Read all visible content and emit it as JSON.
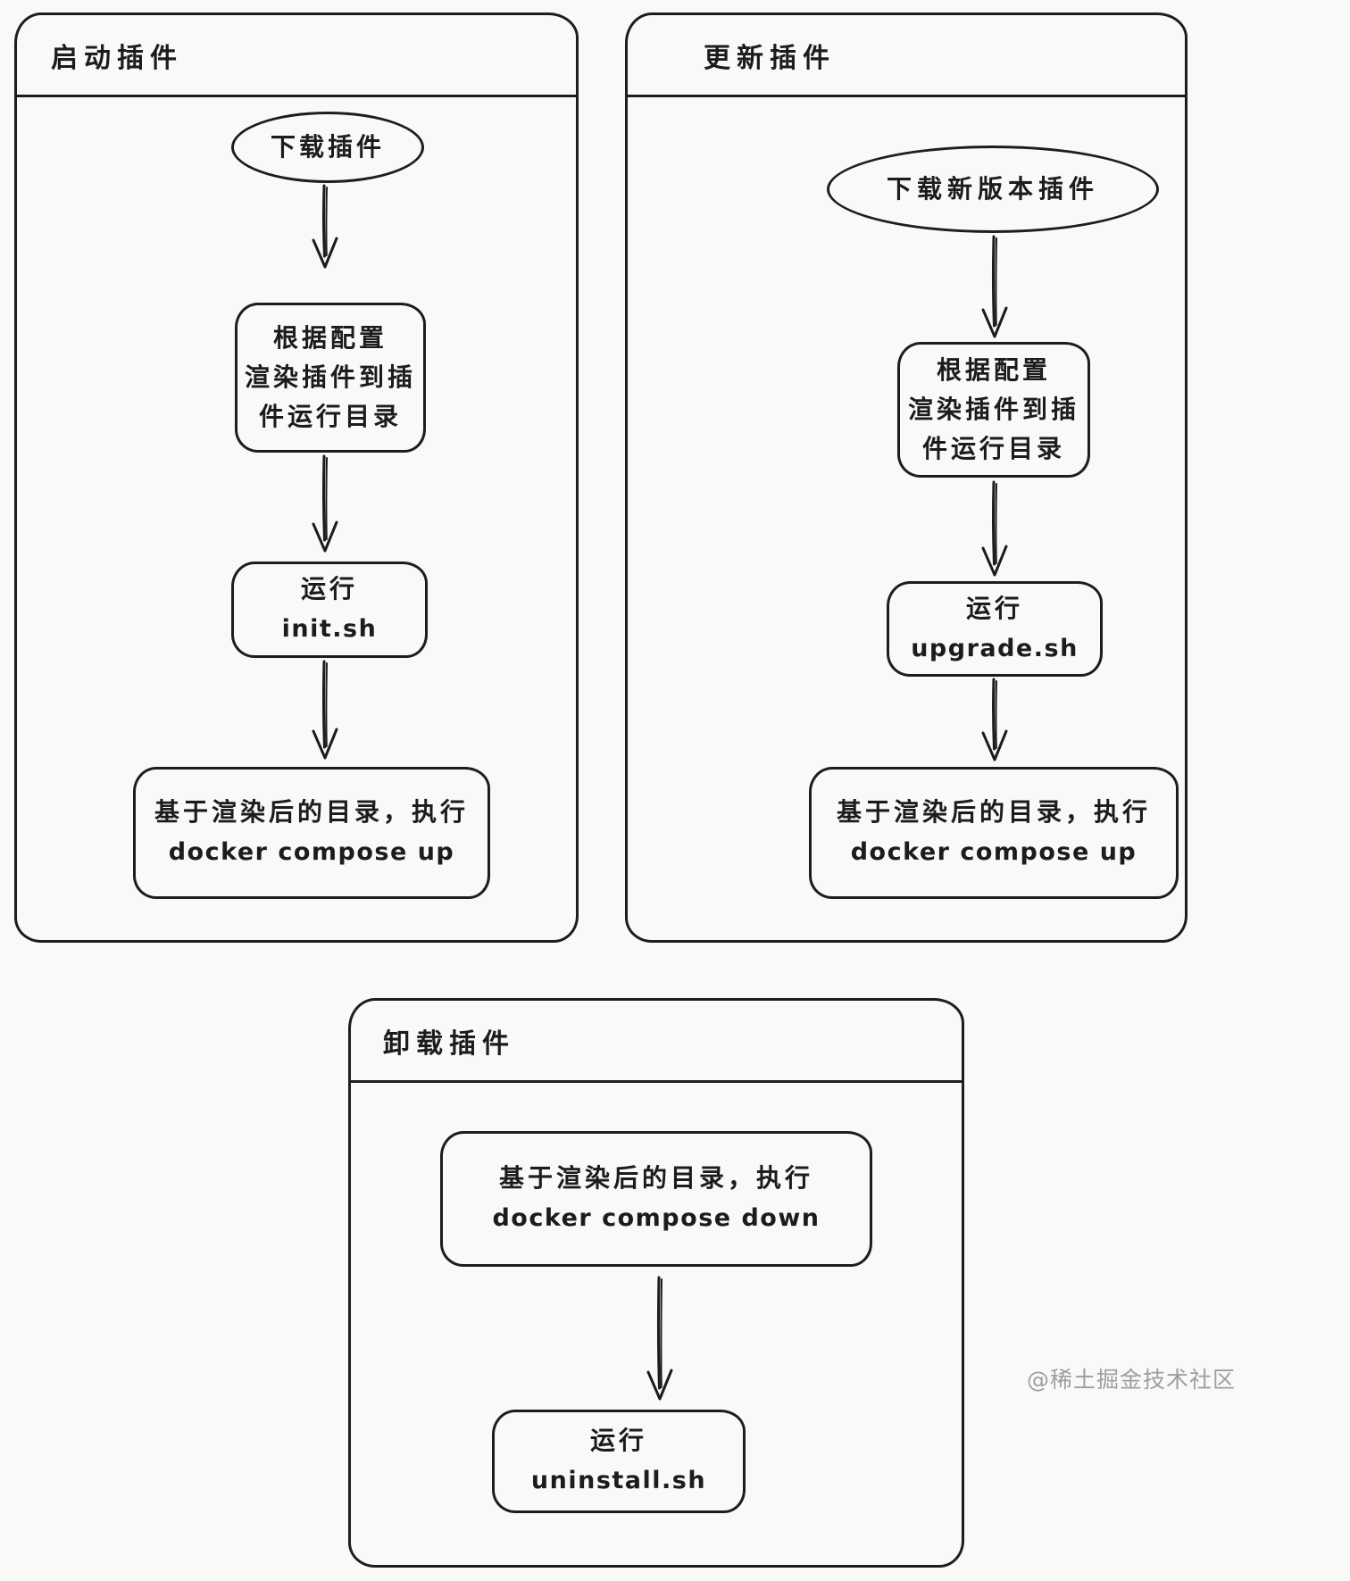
{
  "canvas": {
    "background_color": "#faf9f7",
    "ink_color": "#1c1c1c",
    "watermark_color": "#9e9e9e"
  },
  "watermark": "@稀土掘金技术社区",
  "panels": [
    {
      "title": "启动插件",
      "start_ellipse": "下载插件",
      "render_box": {
        "lines": [
          "根据配置",
          "渲染插件到插",
          "件运行目录"
        ]
      },
      "run_box": {
        "lines": [
          "运行",
          "init.sh"
        ]
      },
      "compose_box": {
        "lines": [
          "基于渲染后的目录，执行",
          "docker compose up"
        ]
      }
    },
    {
      "title": "更新插件",
      "start_ellipse": "下载新版本插件",
      "render_box": {
        "lines": [
          "根据配置",
          "渲染插件到插",
          "件运行目录"
        ]
      },
      "run_box": {
        "lines": [
          "运行",
          "upgrade.sh"
        ]
      },
      "compose_box": {
        "lines": [
          "基于渲染后的目录，执行",
          "docker compose up"
        ]
      }
    },
    {
      "title": "卸载插件",
      "compose_box": {
        "lines": [
          "基于渲染后的目录，执行",
          "docker compose down"
        ]
      },
      "run_box": {
        "lines": [
          "运行",
          "uninstall.sh"
        ]
      }
    }
  ]
}
